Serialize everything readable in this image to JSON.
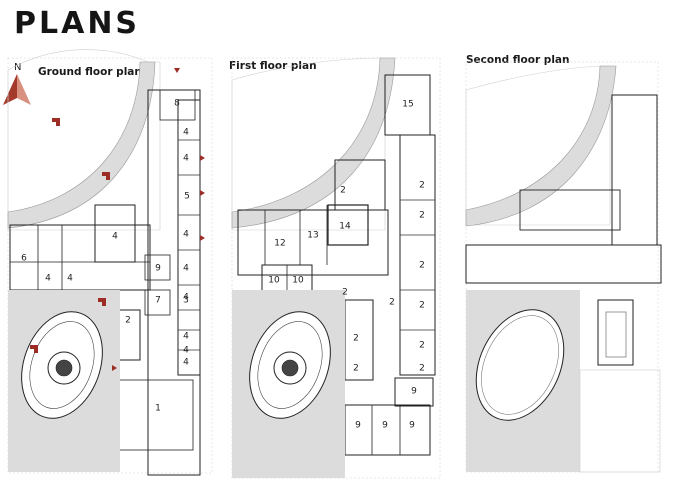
{
  "title": "PLANS",
  "compass": {
    "label": "N",
    "color": "#a33a2c"
  },
  "colors": {
    "accent": "#9b2d26",
    "shade": "#d8d8d8",
    "wall": "#222222",
    "grid": "#bdbdbd"
  },
  "plans": [
    {
      "key": "ground",
      "label": "Ground floor plan",
      "rooms": [
        "8",
        "4",
        "4",
        "5",
        "4",
        "4",
        "4",
        "6",
        "4",
        "4",
        "9",
        "4",
        "3",
        "4",
        "7",
        "4",
        "4",
        "2",
        "1"
      ]
    },
    {
      "key": "first",
      "label": "First floor plan",
      "rooms": [
        "15",
        "2",
        "2",
        "2",
        "2",
        "12",
        "13",
        "14",
        "2",
        "10",
        "10",
        "2",
        "2",
        "2",
        "2",
        "2",
        "9",
        "9",
        "9",
        "9",
        "2"
      ]
    },
    {
      "key": "second",
      "label": "Second floor plan",
      "rooms": []
    }
  ]
}
